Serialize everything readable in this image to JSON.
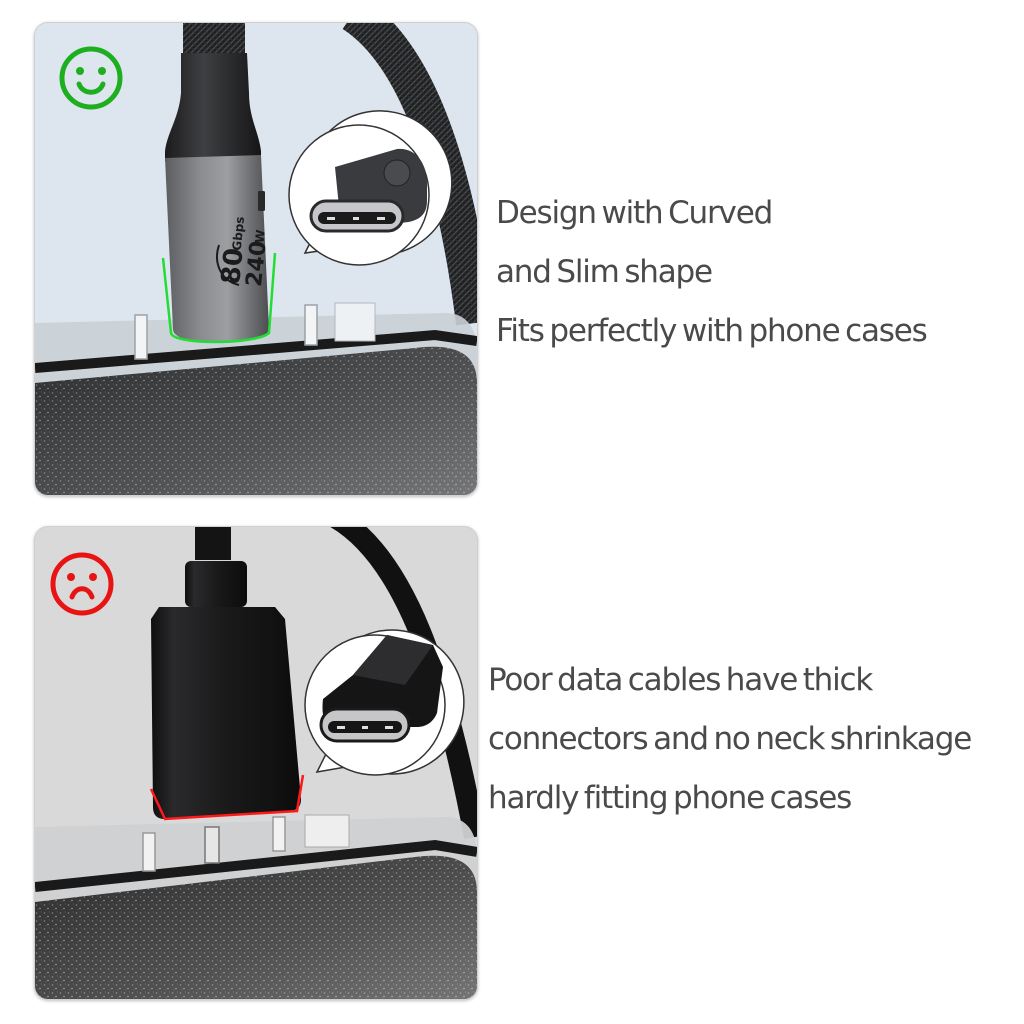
{
  "panels": {
    "good": {
      "status_icon": "smiley-face-icon",
      "status_color": "#1fae1f",
      "highlight_color": "#22dd33",
      "connector_label": {
        "speed_value": "80",
        "speed_unit": "Gbps",
        "power_value": "240",
        "power_unit": "W"
      },
      "caption_lines": [
        "Design with Curved",
        "and Slim shape",
        "Fits perfectly with phone cases"
      ]
    },
    "bad": {
      "status_icon": "frowning-face-icon",
      "status_color": "#e81414",
      "highlight_color": "#ff1a1a",
      "caption_lines": [
        "Poor data cables have thick",
        "connectors and no neck shrinkage",
        "hardly fitting phone cases"
      ]
    }
  },
  "colors": {
    "caption_text": "#4a4a4a",
    "good_panel_bg": "#dde6ef",
    "bad_panel_bg": "#d9d9d9"
  }
}
